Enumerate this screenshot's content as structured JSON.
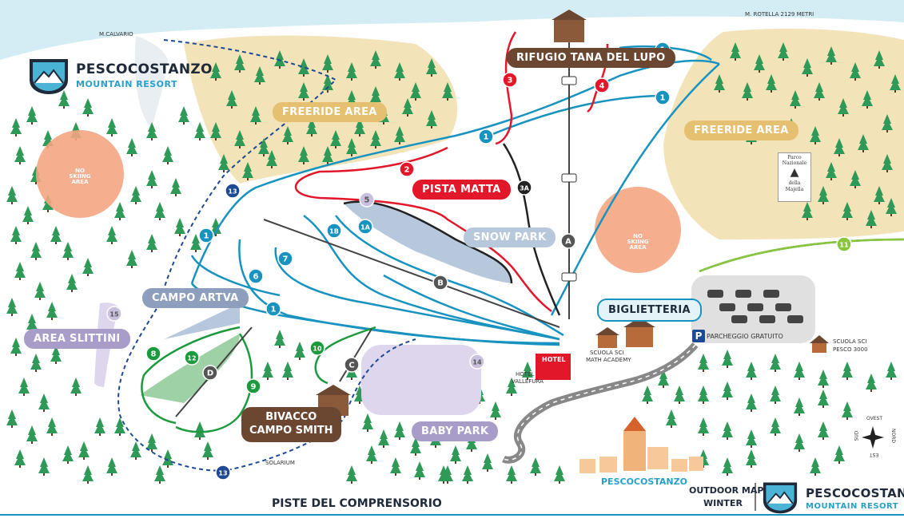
{
  "brand": {
    "name": "PESCOCOSTANZO",
    "subtitle": "MOUNTAIN RESORT"
  },
  "peaks": {
    "left": "M.CALVARIO",
    "right": "M. ROTELLA 2129 METRI"
  },
  "areas": {
    "freeride_left": "FREERIDE AREA",
    "freeride_right": "FREERIDE AREA",
    "no_ski_label": "NO SKIING AREA",
    "refuge": "RIFUGIO TANA DEL LUPO",
    "pista_matta": "PISTA MATTA",
    "snow_park": "SNOW PARK",
    "campo_artva": "CAMPO ARTVA",
    "area_slittini": "AREA SLITTINI",
    "bivacco_line1": "BIVACCO",
    "bivacco_line2": "CAMPO SMITH",
    "baby_park": "BABY PARK",
    "biglietteria": "BIGLIETTERIA",
    "parking": "PARCHEGGIO GRATUITO",
    "parking_badge": "P",
    "school_left_line1": "SCUOLA SCI",
    "school_left_line2": "MATH ACADEMY",
    "school_right_line1": "SCUOLA SCI",
    "school_right_line2": "PESCO 3000",
    "hotel_line1": "HOTEL",
    "hotel_line2": "VALLEFURA",
    "hotel_sign": "HOTEL",
    "solarium": "SOLARIUM",
    "village": "PESCOCOSTANZO",
    "park_line1": "Parco",
    "park_line2": "Nazionale",
    "park_line3": "della",
    "park_line4": "Majella"
  },
  "footer": {
    "title": "PISTE DEL COMPRENSORIO",
    "map_line1": "OUTDOOR MAP",
    "map_line2": "WINTER"
  },
  "compass": {
    "north": "NORD",
    "south": "SUD",
    "east": "EST",
    "west": "OVEST"
  },
  "pistes": {
    "blue": [
      "1",
      "1",
      "1",
      "1",
      "1",
      "1B",
      "1A",
      "6",
      "7",
      "13",
      "13"
    ],
    "red": [
      "2",
      "3",
      "4"
    ],
    "black": [
      "3A"
    ],
    "green": [
      "8",
      "9",
      "10",
      "11",
      "12"
    ],
    "purple": [
      "14",
      "15",
      "5"
    ]
  },
  "lifts": [
    "A",
    "B",
    "C",
    "D"
  ],
  "colors": {
    "sky": "#d4edf4",
    "snow": "#ffffff",
    "tree": "#2f9a57",
    "sand": "#f3e3b9",
    "blue": "#1893c0",
    "red": "#e2182a",
    "black": "#222222",
    "green": "#1b9a3e",
    "lime": "#8bc53f",
    "purple": "#c9c0de",
    "brown": "#6b4630",
    "navy": "#1e4a93",
    "teal_tag": "#e4f3f8"
  }
}
